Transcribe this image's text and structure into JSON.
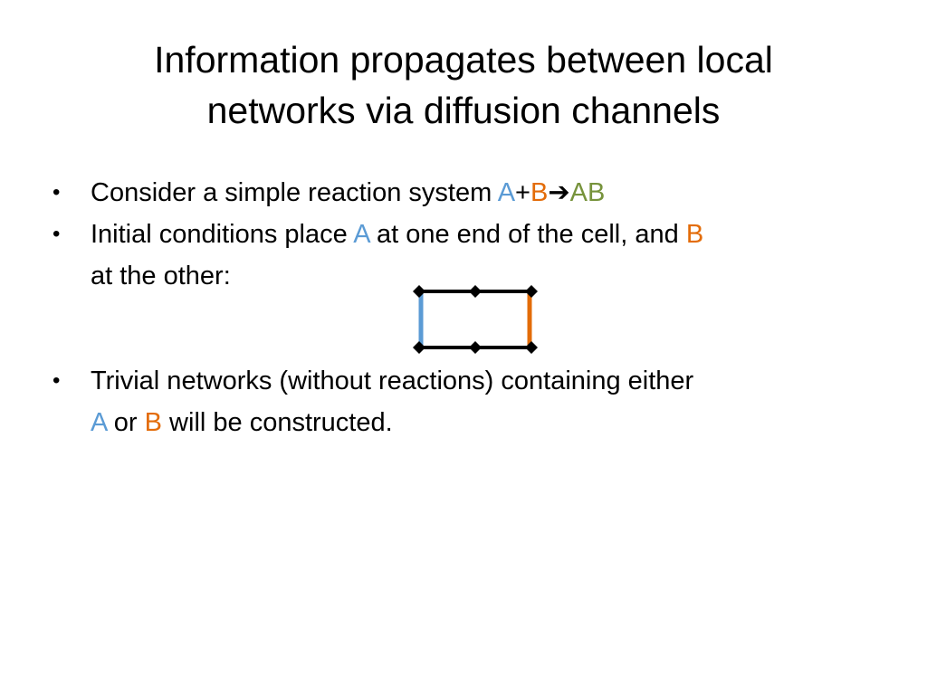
{
  "slide": {
    "title_line1": "Information propagates between local",
    "title_line2": "networks via diffusion channels",
    "bullet1": {
      "text": "Consider a simple reaction system ",
      "a": "A",
      "plus": "+",
      "b": "B",
      "arrow": "➔",
      "ab": "AB"
    },
    "bullet2": {
      "text1": "Initial conditions place ",
      "a": "A",
      "text2": " at one end of the cell, and ",
      "b": "B",
      "text3": "at the other:"
    },
    "bullet3": {
      "text1": "Trivial networks (without reactions) containing either",
      "a": "A",
      "text2": " or ",
      "b": "B",
      "text3": " will be constructed."
    },
    "bullet_glyph": "•"
  },
  "colors": {
    "A": "#5b9bd5",
    "B": "#e36c09",
    "AB": "#77933c",
    "edges": "#000000"
  }
}
